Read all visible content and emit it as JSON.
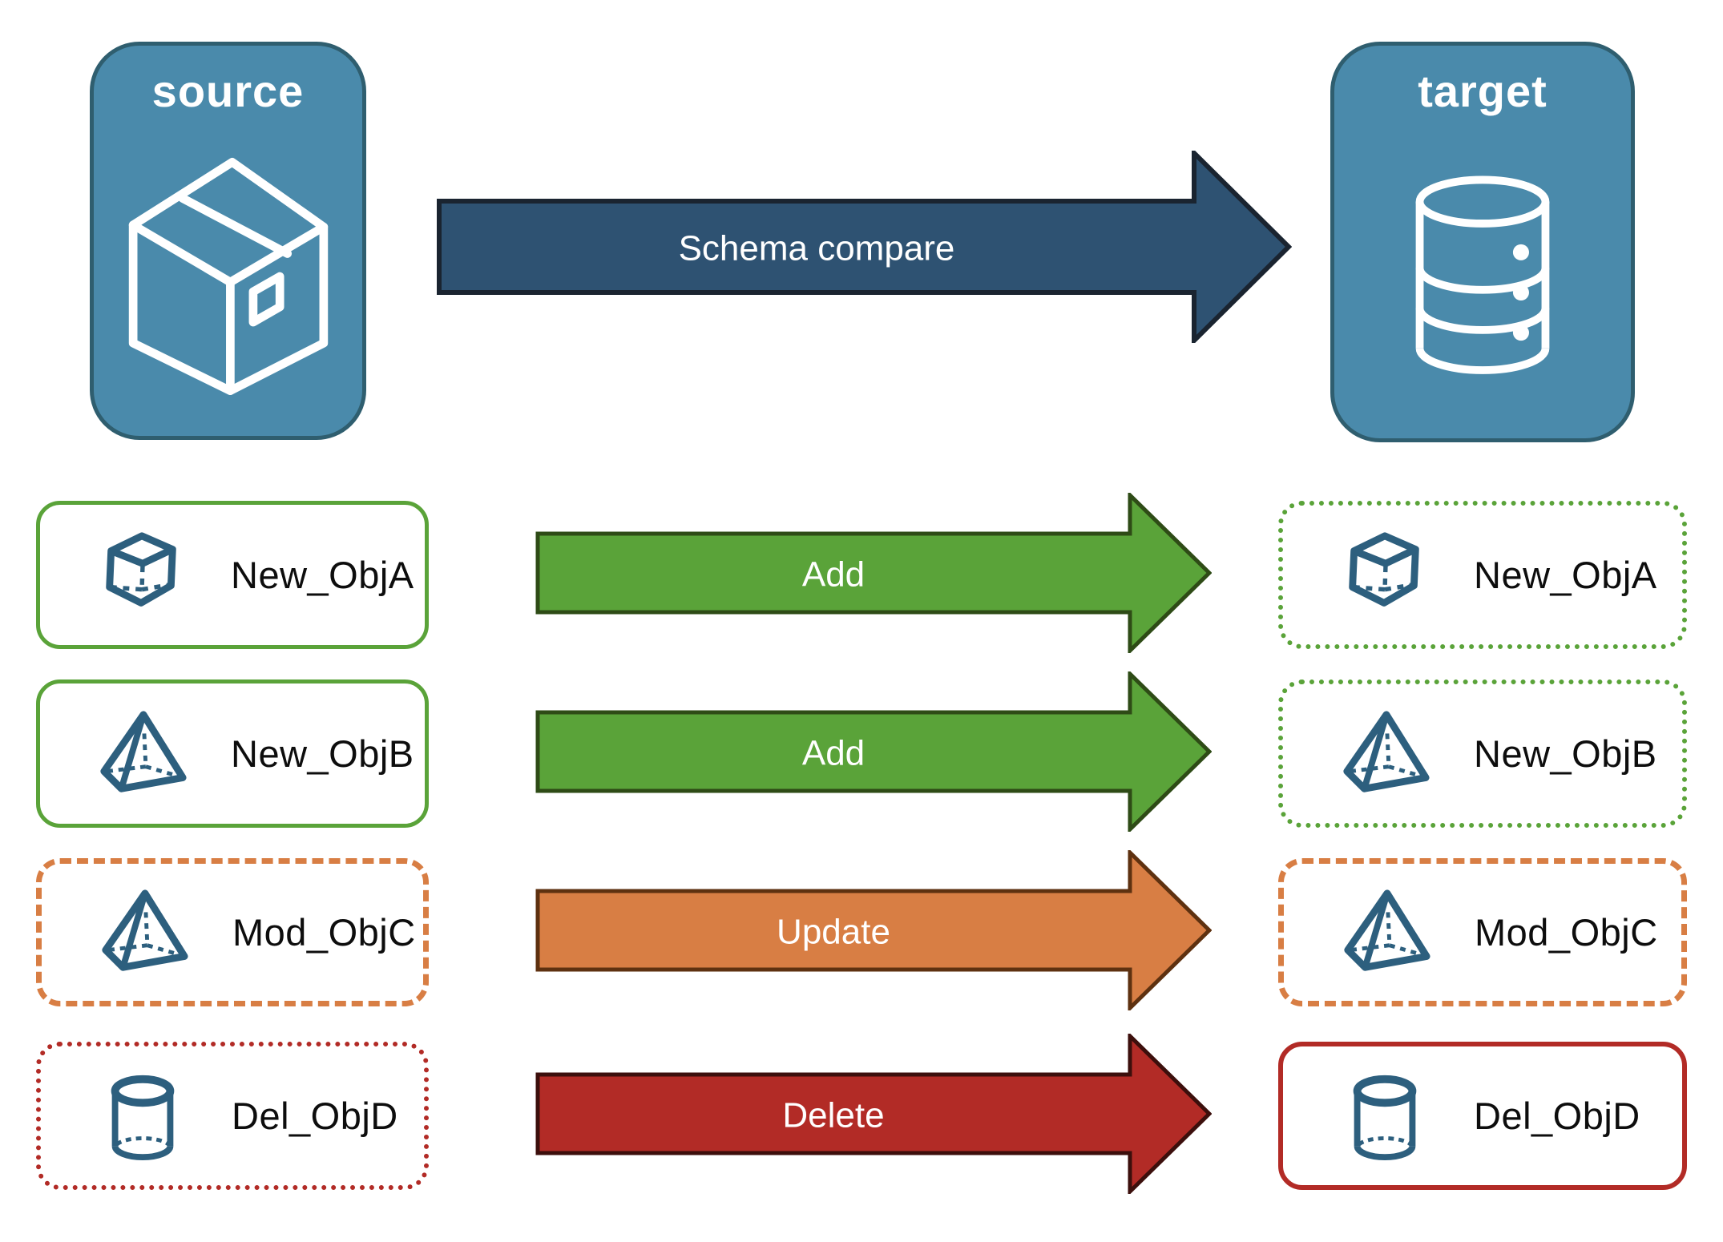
{
  "colors": {
    "panel-fill": "#4a8aab",
    "panel-border": "#2f5e6f",
    "icon": "#2d5f7e",
    "compare-fill": "#2e5272",
    "compare-stroke": "#1a2430",
    "green": "#5aa339",
    "green-dark": "#2e4b16",
    "orange": "#d87e44",
    "orange-dark": "#5e3110",
    "red": "#b22b26",
    "red-dark": "#3c0f0c",
    "ink": "#0d0d0d"
  },
  "source_panel": {
    "label": "source",
    "icon": "package-icon"
  },
  "target_panel": {
    "label": "target",
    "icon": "database-icon"
  },
  "compare_arrow": {
    "label": "Schema compare"
  },
  "rows": [
    {
      "object": "New_ObjA",
      "icon": "cube-icon",
      "action": "Add",
      "source_border": "solid green",
      "target_border": "dotted green"
    },
    {
      "object": "New_ObjB",
      "icon": "pyramid-icon",
      "action": "Add",
      "source_border": "solid green",
      "target_border": "dotted green"
    },
    {
      "object": "Mod_ObjC",
      "icon": "pyramid-icon",
      "action": "Update",
      "source_border": "dashed orange",
      "target_border": "dashed orange"
    },
    {
      "object": "Del_ObjD",
      "icon": "cylinder-icon",
      "action": "Delete",
      "source_border": "dotted red",
      "target_border": "solid red"
    }
  ]
}
